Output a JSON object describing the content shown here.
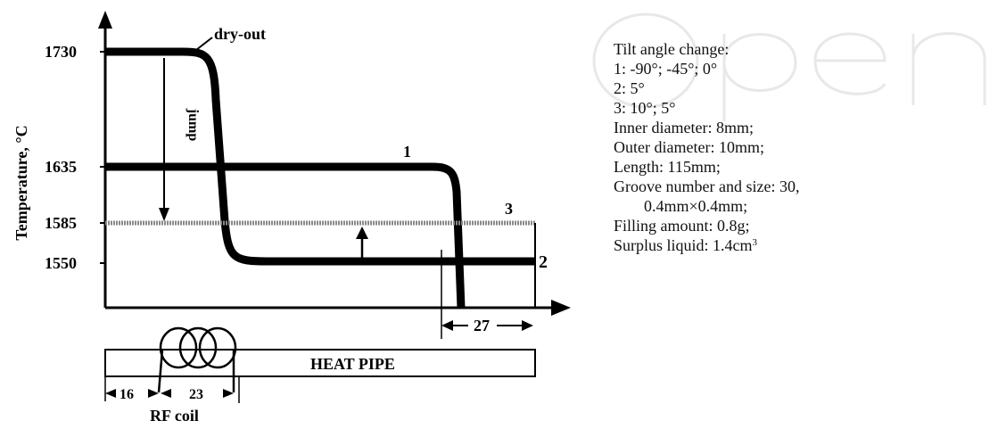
{
  "diagram": {
    "y_axis_label": "Temperature, °C",
    "y_ticks": [
      "1730",
      "1635",
      "1585",
      "1550"
    ],
    "dryout_label": "dry-out",
    "jump_label": "jump",
    "curve_labels": [
      "1",
      "2",
      "3"
    ],
    "dim_27": "27",
    "heat_pipe_label": "HEAT PIPE",
    "dim_16": "16",
    "dim_23": "23",
    "rf_coil_label": "RF coil"
  },
  "notes": {
    "lines": [
      "Tilt angle change:",
      "1: -90°; -45°; 0°",
      "2: 5°",
      "3: 10°; 5°",
      "Inner diameter: 8mm;",
      "Outer diameter: 10mm;",
      "Length: 115mm;",
      "Groove number and size: 30,",
      "0.4mm×0.4mm;",
      "Filling amount: 0.8g;",
      "Surplus liquid: 1.4cm"
    ],
    "surplus_unit_sup": "3"
  }
}
